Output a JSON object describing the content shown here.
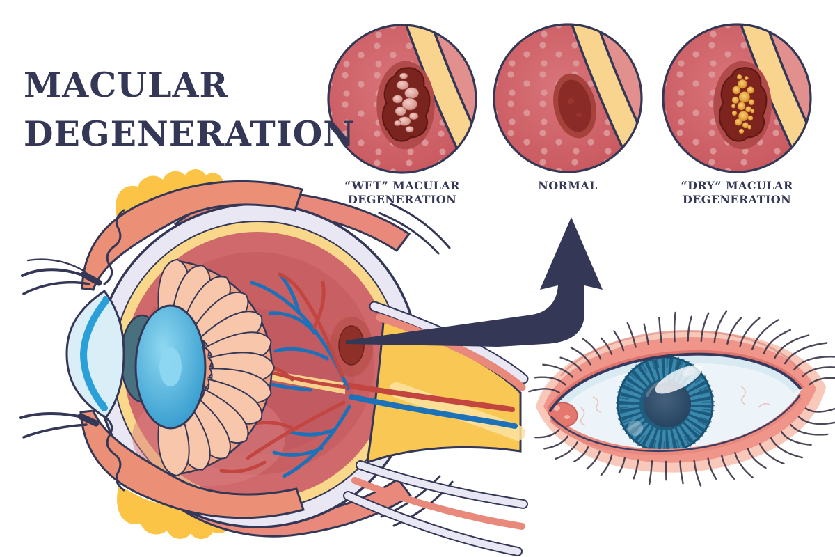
{
  "title": {
    "line1": "MACULAR",
    "line2": "DEGENERATION"
  },
  "specimens": [
    {
      "id": "wet",
      "label_line1": "“WET” MACULAR",
      "label_line2": "DEGENERATION"
    },
    {
      "id": "normal",
      "label_line1": "NORMAL",
      "label_line2": ""
    },
    {
      "id": "dry",
      "label_line1": "“DRY” MACULAR",
      "label_line2": "DEGENERATION"
    }
  ],
  "icons": {
    "magnifier_arrow": "curved-up-arrow"
  },
  "palette": {
    "navy": "#343856",
    "specimenRed": "#cf6168",
    "specimenRedDeep": "#c8575e",
    "specimenDot": "#dc9597",
    "bandCream": "#f8d48e",
    "bandOuterPink": "#e2908e",
    "lesionDark": "#7a241f",
    "lesionHalo": "#b04a4b",
    "wetBump": "#d99d94",
    "drusenOrange": "#e6a63e",
    "scleraLavender": "#e9e7f3",
    "choroidYellow": "#f9c854",
    "retinaRed": "#d0696c",
    "vesselBlue": "#1d71b8",
    "vesselRed": "#c2453f",
    "maculaDark": "#8e2f28",
    "lensBlue": "#3fa3d6",
    "corneaBlue": "#d9eef7",
    "irisStripeBlue": "#2ba0d8",
    "lidSalmon": "#ec8f77",
    "muscleSalmon": "#e8897c",
    "petalPeach": "#f8c6ab",
    "fatYellow": "#fcc447",
    "frontLidPink": "#ef958a",
    "frontLidSoft": "#f8c9ba",
    "frontIrisTeal": "#2e7ba0",
    "frontPupilNavy": "#24425e"
  }
}
